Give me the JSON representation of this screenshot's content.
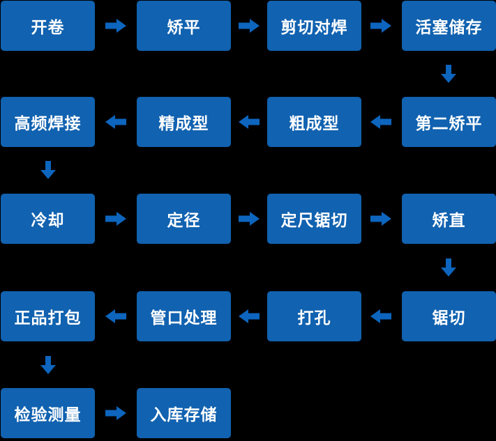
{
  "diagram": {
    "type": "process-flowchart",
    "colors": {
      "background": "#000000",
      "node_fill": "#1162B0",
      "arrow": "#0D65BE",
      "text": "#FFFFFF"
    },
    "nodes": [
      {
        "label": "开卷"
      },
      {
        "label": "矫平"
      },
      {
        "label": "剪切对焊"
      },
      {
        "label": "活塞储存"
      },
      {
        "label": "第二矫平"
      },
      {
        "label": "粗成型"
      },
      {
        "label": "精成型"
      },
      {
        "label": "高频焊接"
      },
      {
        "label": "冷却"
      },
      {
        "label": "定径"
      },
      {
        "label": "定尺锯切"
      },
      {
        "label": "矫直"
      },
      {
        "label": "锯切"
      },
      {
        "label": "打孔"
      },
      {
        "label": "管口处理"
      },
      {
        "label": "正品打包"
      },
      {
        "label": "检验测量"
      },
      {
        "label": "入库存储"
      }
    ],
    "edges": [
      {
        "from": "开卷",
        "to": "矫平",
        "direction": "right"
      },
      {
        "from": "矫平",
        "to": "剪切对焊",
        "direction": "right"
      },
      {
        "from": "剪切对焊",
        "to": "活塞储存",
        "direction": "right"
      },
      {
        "from": "活塞储存",
        "to": "第二矫平",
        "direction": "down"
      },
      {
        "from": "第二矫平",
        "to": "粗成型",
        "direction": "left"
      },
      {
        "from": "粗成型",
        "to": "精成型",
        "direction": "left"
      },
      {
        "from": "精成型",
        "to": "高频焊接",
        "direction": "left"
      },
      {
        "from": "高频焊接",
        "to": "冷却",
        "direction": "down"
      },
      {
        "from": "冷却",
        "to": "定径",
        "direction": "right"
      },
      {
        "from": "定径",
        "to": "定尺锯切",
        "direction": "right"
      },
      {
        "from": "定尺锯切",
        "to": "矫直",
        "direction": "right"
      },
      {
        "from": "矫直",
        "to": "锯切",
        "direction": "down"
      },
      {
        "from": "锯切",
        "to": "打孔",
        "direction": "left"
      },
      {
        "from": "打孔",
        "to": "管口处理",
        "direction": "left"
      },
      {
        "from": "管口处理",
        "to": "正品打包",
        "direction": "left"
      },
      {
        "from": "正品打包",
        "to": "检验测量",
        "direction": "down"
      },
      {
        "from": "检验测量",
        "to": "入库存储",
        "direction": "right"
      }
    ]
  }
}
